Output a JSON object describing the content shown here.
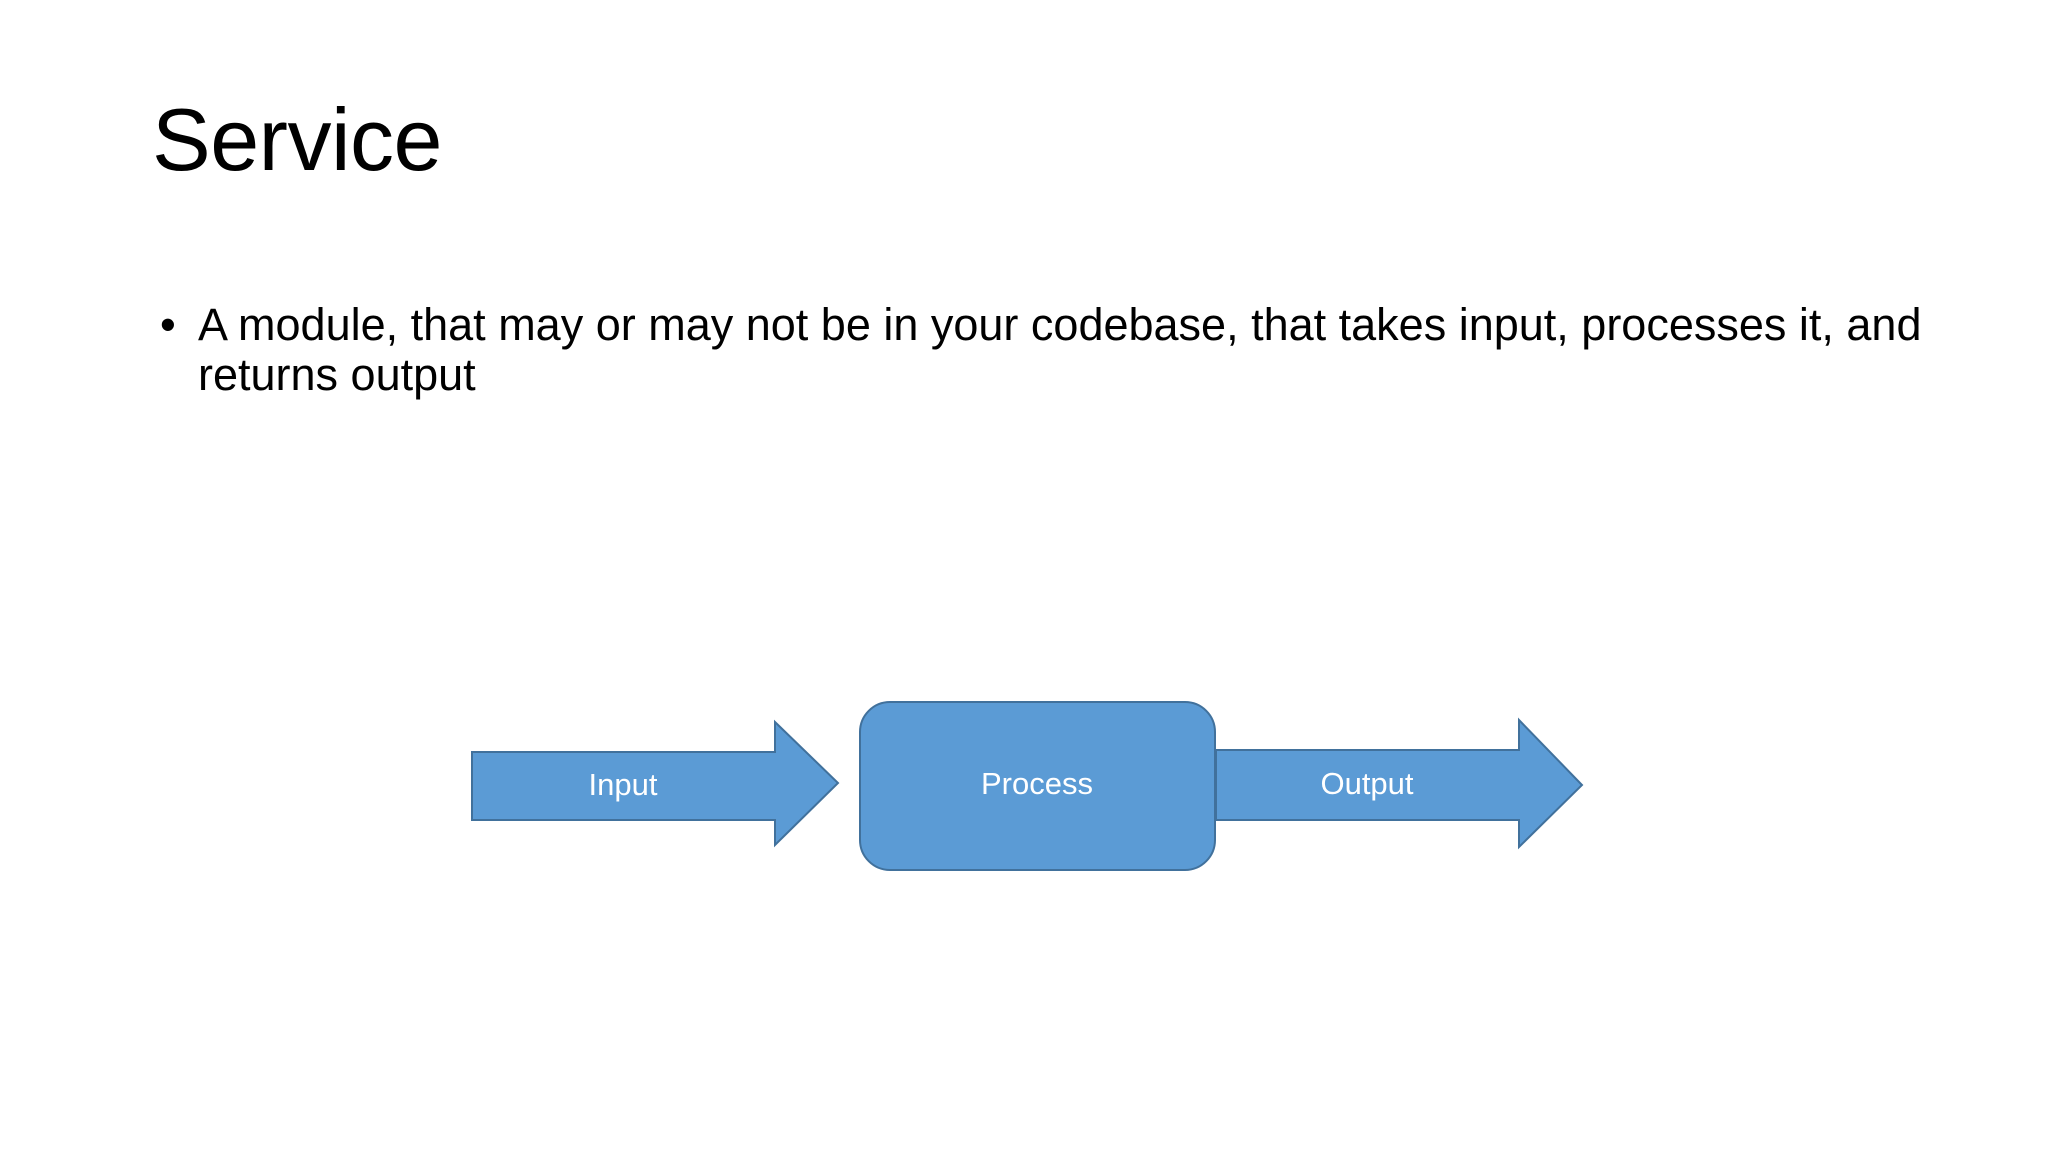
{
  "slide": {
    "title": "Service",
    "background_color": "#ffffff",
    "text_color": "#000000"
  },
  "body": {
    "bullets": [
      {
        "marker": "•",
        "text": "A module, that may or may not be in your codebase, that takes input, processes it, and returns output"
      }
    ]
  },
  "diagram": {
    "type": "process-flow",
    "fill_color": "#5B9BD5",
    "stroke_color": "#41719C",
    "label_color": "#ffffff",
    "shapes": [
      {
        "id": "input",
        "kind": "right-arrow",
        "label": "Input"
      },
      {
        "id": "process",
        "kind": "rounded-rectangle",
        "label": "Process"
      },
      {
        "id": "output",
        "kind": "right-arrow",
        "label": "Output"
      }
    ]
  }
}
